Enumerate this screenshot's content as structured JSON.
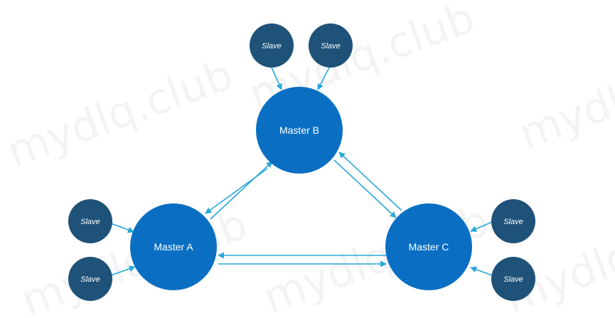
{
  "watermark": "mydlq.club",
  "masters": {
    "a": {
      "label": "Master A"
    },
    "b": {
      "label": "Master B"
    },
    "c": {
      "label": "Master C"
    }
  },
  "slaves": {
    "b_left": {
      "label": "Slave"
    },
    "b_right": {
      "label": "Slave"
    },
    "a_top": {
      "label": "Slave"
    },
    "a_bottom": {
      "label": "Slave"
    },
    "c_top": {
      "label": "Slave"
    },
    "c_bottom": {
      "label": "Slave"
    }
  },
  "colors": {
    "master": "#0a6fc2",
    "slave": "#1e5279",
    "arrow": "#28a8d8"
  }
}
